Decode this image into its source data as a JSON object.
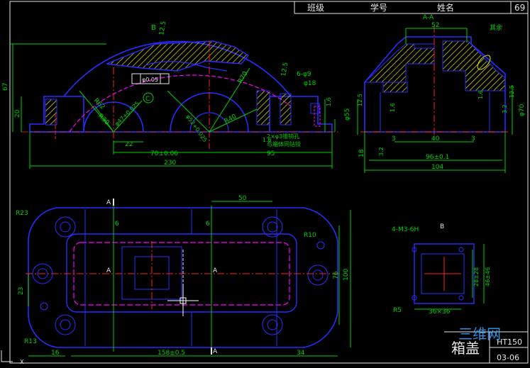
{
  "title_block": {
    "sheet_no": "69",
    "class_label": "班级",
    "student_id_label": "学号",
    "name_label": "姓名",
    "part_name": "箱盖",
    "material": "HT150",
    "drawing_no": "03-06"
  },
  "watermark": "三维网",
  "views": {
    "section_label": "A-A",
    "view_b_label": "B",
    "roughness_rest_label": "其余"
  },
  "dimensions": {
    "front_overall": "230",
    "front_span": "70±0.06",
    "front_right": "95",
    "front_small": "22",
    "front_height": "67",
    "front_base": "20",
    "r40": "R40",
    "r62": "R62",
    "r30": "R30",
    "r70": "R70",
    "dia_bore_left": "φ47+0.025",
    "dia_bore_center": "φ52+0.025",
    "holes_note": "6-φ9",
    "cbore": "φ18",
    "pin_note": "2×φ3锥销孔",
    "pin_note2": "与箱体同钻铰",
    "tol_frame": "φ0.05",
    "datum_c": "C",
    "roughness_12_5": "12.5",
    "roughness_1_6": "1.6",
    "roughness_3_2": "3.2",
    "side_top": "52",
    "side_center": "40",
    "side_width": "96±0.1",
    "side_overall": "104",
    "side_step_l": "3",
    "side_step_r": "3",
    "dia_55": "φ55",
    "dia_70": "φ70",
    "side_18": "18",
    "side_1": "1",
    "plan_50": "50",
    "plan_6": "6",
    "plan_r23": "R23",
    "plan_r10": "R10",
    "plan_r13": "R13",
    "plan_23": "23",
    "plan_16": "16",
    "plan_span": "158±0.5",
    "plan_34": "34",
    "plan_76": "76",
    "plan_100": "100",
    "viewb_thread": "4-M3-6H",
    "viewb_28": "28±28",
    "viewb_46": "46±46",
    "viewb_36": "36×36",
    "viewb_r5": "R5"
  },
  "colors": {
    "outline": "#2b2bff",
    "dimension": "#00d000",
    "center": "#ff2020",
    "hatch": "#e6e600",
    "hidden": "#ff00ff",
    "text": "#e6e6e6"
  }
}
